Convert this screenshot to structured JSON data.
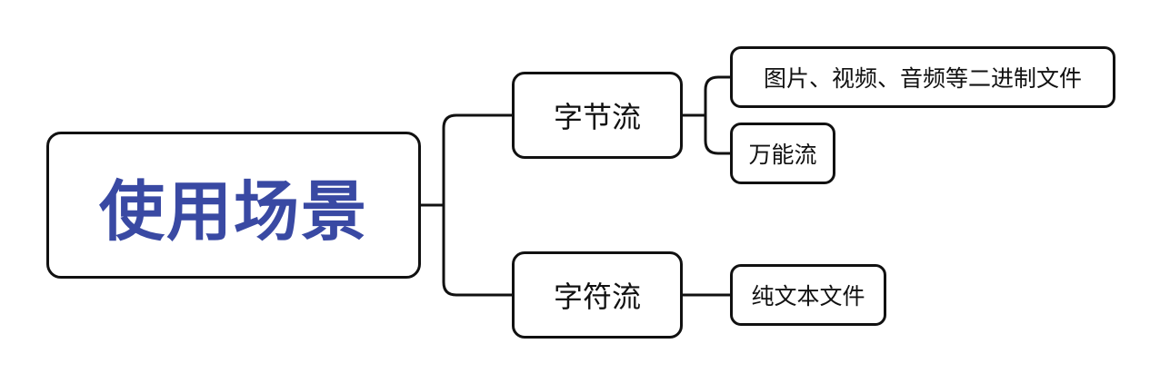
{
  "colors": {
    "root_text": "#3949a3",
    "line": "#111111",
    "border": "#111111",
    "text": "#111111"
  },
  "root": {
    "label": "使用场景"
  },
  "branches": [
    {
      "label": "字节流",
      "children": [
        "图片、视频、音频等二进制文件",
        "万能流"
      ]
    },
    {
      "label": "字符流",
      "children": [
        "纯文本文件"
      ]
    }
  ]
}
